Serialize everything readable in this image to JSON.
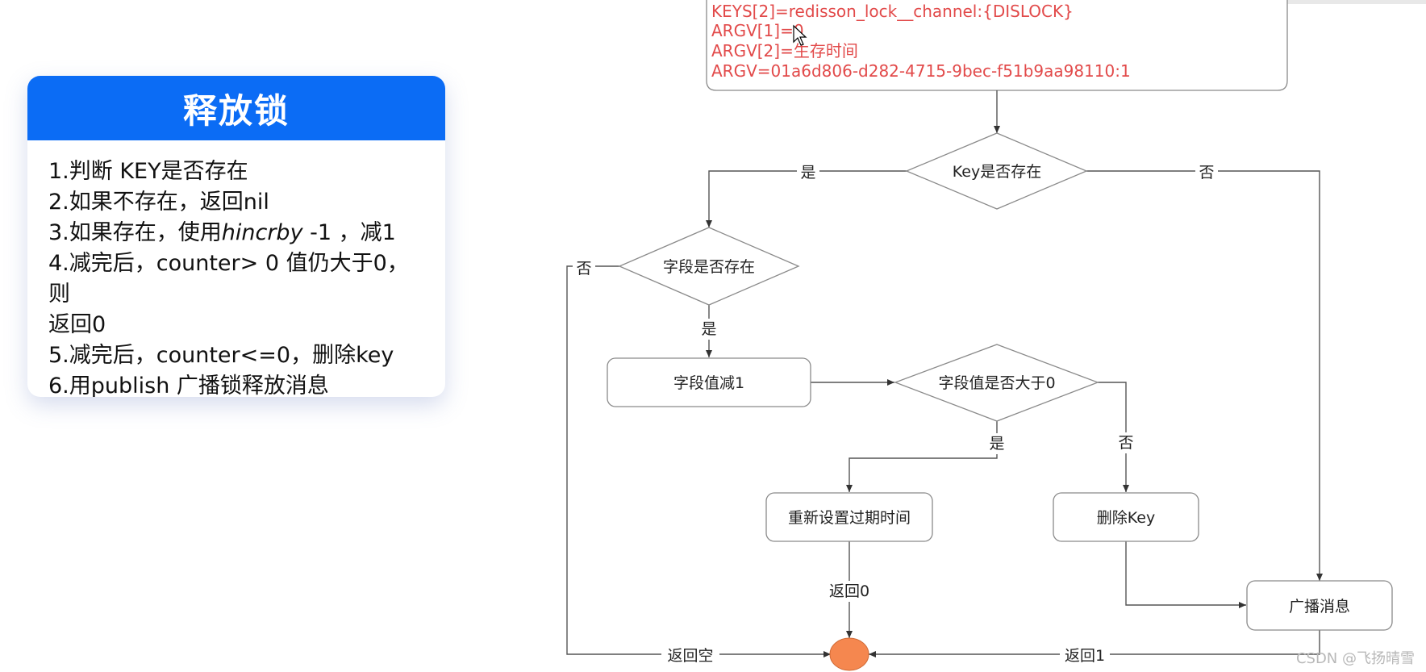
{
  "panel": {
    "title": "释放锁",
    "steps": {
      "s1": "1.判断 KEY是否存在",
      "s2": "2.如果不存在，返回nil",
      "s3a": "3.如果存在，使用",
      "s3b": "hincrby",
      "s3c": " -1 ，减1",
      "s4a": "4.减完后，counter> 0 值仍大于0，则",
      "s4b": "返回0",
      "s5": "5.减完后，counter<=0，删除key",
      "s6": "6.用publish 广播锁释放消息"
    }
  },
  "params": {
    "keys2": "KEYS[2]=redisson_lock__channel:{DISLOCK}",
    "argv1": "ARGV[1]=0",
    "argv2": "ARGV[2]=生存时间",
    "argv": "ARGV=01a6d806-d282-4715-9bec-f51b9aa98110:1"
  },
  "nodes": {
    "key_exists": "Key是否存在",
    "field_exists": "字段是否存在",
    "field_decr": "字段值减1",
    "field_gt0": "字段值是否大于0",
    "reset_expire": "重新设置过期时间",
    "delete_key": "删除Key",
    "broadcast": "广播消息"
  },
  "edges": {
    "key_yes": "是",
    "key_no": "否",
    "field_no": "否",
    "field_yes": "是",
    "gt0_yes": "是",
    "gt0_no": "否",
    "return0": "返回0",
    "return_empty": "返回空",
    "return1": "返回1"
  },
  "watermark": "CSDN @飞扬晴雪",
  "colors": {
    "header_blue": "#0b6cf5",
    "param_red": "#e24a4a",
    "end_node_orange": "#f5874f"
  }
}
